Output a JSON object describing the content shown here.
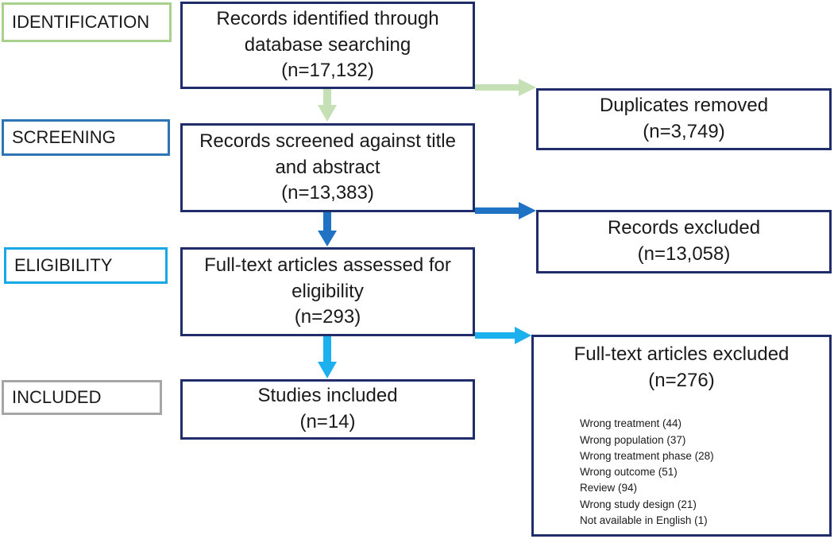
{
  "stages": {
    "identification": "IDENTIFICATION",
    "screening": "SCREENING",
    "eligibility": "ELIGIBILITY",
    "included": "INCLUDED"
  },
  "boxes": {
    "identified": {
      "line1": "Records identified through",
      "line2": "database searching",
      "count": "(n=17,132)"
    },
    "duplicates": {
      "line1": "Duplicates removed",
      "count": "(n=3,749)"
    },
    "screened": {
      "line1": "Records screened against title",
      "line2": "and abstract",
      "count": "(n=13,383)"
    },
    "excluded": {
      "line1": "Records excluded",
      "count": "(n=13,058)"
    },
    "fulltext": {
      "line1": "Full-text articles assessed for",
      "line2": "eligibility",
      "count": "(n=293)"
    },
    "included": {
      "line1": "Studies included",
      "count": "(n=14)"
    },
    "fulltext_excluded": {
      "line1": "Full-text articles excluded",
      "count": "(n=276)",
      "reasons": [
        "Wrong treatment (44)",
        "Wrong population  (37)",
        "Wrong treatment phase (28)",
        "Wrong outcome (51)",
        "Review (94)",
        "Wrong study design (21)",
        "Not available in English (1)"
      ]
    }
  },
  "colors": {
    "box_border": "#1f2d6b",
    "identification": "#a9d18e",
    "screening": "#2e75b6",
    "eligibility": "#1aa7e6",
    "included": "#a6a6a6",
    "arrow_light_green": "#c5e0b4",
    "arrow_blue": "#1f72c4",
    "arrow_cyan": "#1cb1ee"
  }
}
